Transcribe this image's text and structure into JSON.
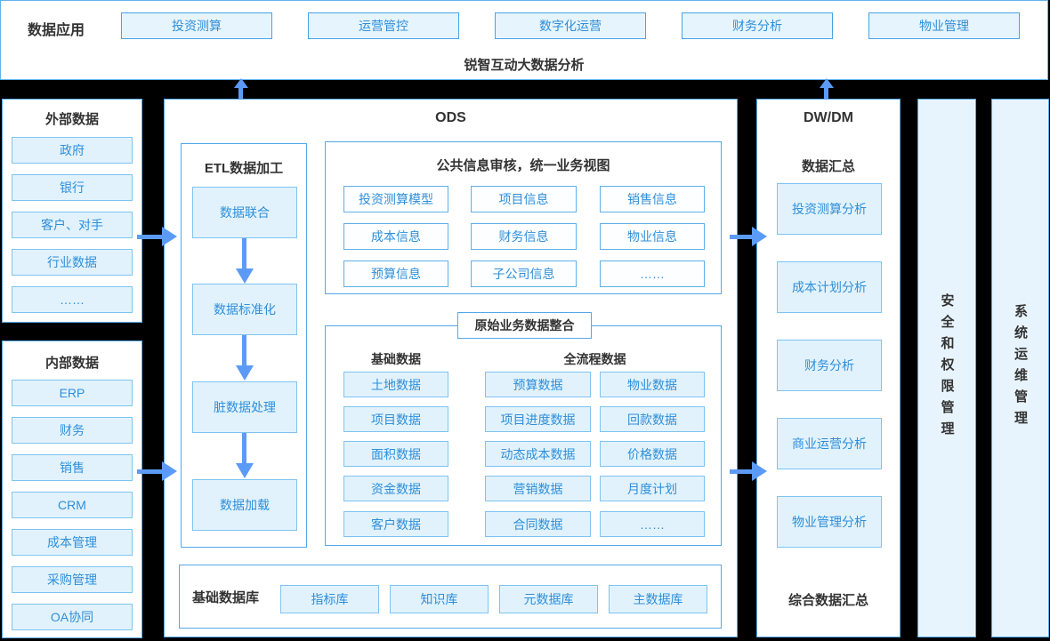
{
  "top_bar": {
    "label": "数据应用",
    "buttons": [
      "投资测算",
      "运营管控",
      "数字化运营",
      "财务分析",
      "物业管理"
    ],
    "subtitle": "锐智互动大数据分析"
  },
  "external_data": {
    "title": "外部数据",
    "items": [
      "政府",
      "银行",
      "客户、对手",
      "行业数据",
      "……"
    ]
  },
  "internal_data": {
    "title": "内部数据",
    "items": [
      "ERP",
      "财务",
      "销售",
      "CRM",
      "成本管理",
      "采购管理",
      "OA协同"
    ]
  },
  "ods": {
    "title": "ODS",
    "etl": {
      "title": "ETL数据加工",
      "steps": [
        "数据联合",
        "数据标准化",
        "脏数据处理",
        "数据加载"
      ]
    },
    "public_info": {
      "title": "公共信息审核，统一业务视图",
      "items": [
        "投资测算模型",
        "项目信息",
        "销售信息",
        "成本信息",
        "财务信息",
        "物业信息",
        "预算信息",
        "子公司信息",
        "……"
      ]
    },
    "raw_business": {
      "title": "原始业务数据整合",
      "base": {
        "title": "基础数据",
        "items": [
          "土地数据",
          "项目数据",
          "面积数据",
          "资金数据",
          "客户数据"
        ]
      },
      "full_process": {
        "title": "全流程数据",
        "col1": [
          "预算数据",
          "项目进度数据",
          "动态成本数据",
          "营销数据",
          "合同数据"
        ],
        "col2": [
          "物业数据",
          "回款数据",
          "价格数据",
          "月度计划",
          "……"
        ]
      }
    },
    "base_db": {
      "title": "基础数据库",
      "items": [
        "指标库",
        "知识库",
        "元数据库",
        "主数据库"
      ]
    }
  },
  "dwdm": {
    "title": "DW/DM",
    "subtitle": "数据汇总",
    "items": [
      "投资测算分析",
      "成本计划分析",
      "财务分析",
      "商业运营分析",
      "物业管理分析"
    ],
    "footer": "综合数据汇总"
  },
  "side_panels": [
    {
      "label": "安全和权限管理"
    },
    {
      "label": "系统运维管理"
    }
  ],
  "colors": {
    "accent_text_blue": "#2e8fd9",
    "panel_border_blue": "#54a8ea",
    "node_fill_blue": "#e1f2fd",
    "arrow_blue": "#5b9bf7",
    "background": "#000000"
  }
}
